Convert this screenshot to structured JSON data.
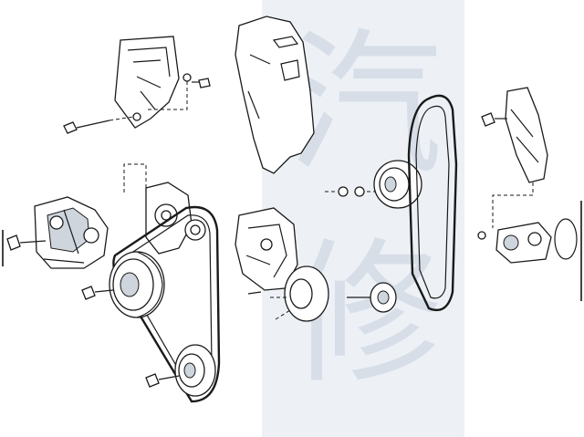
{
  "watermark": {
    "chars": [
      "汽",
      "修"
    ],
    "tint": "#dfe6ef"
  },
  "drawing": {
    "style": "exploded-view line art",
    "stroke": "#1a1a1a",
    "background": "#ffffff"
  }
}
